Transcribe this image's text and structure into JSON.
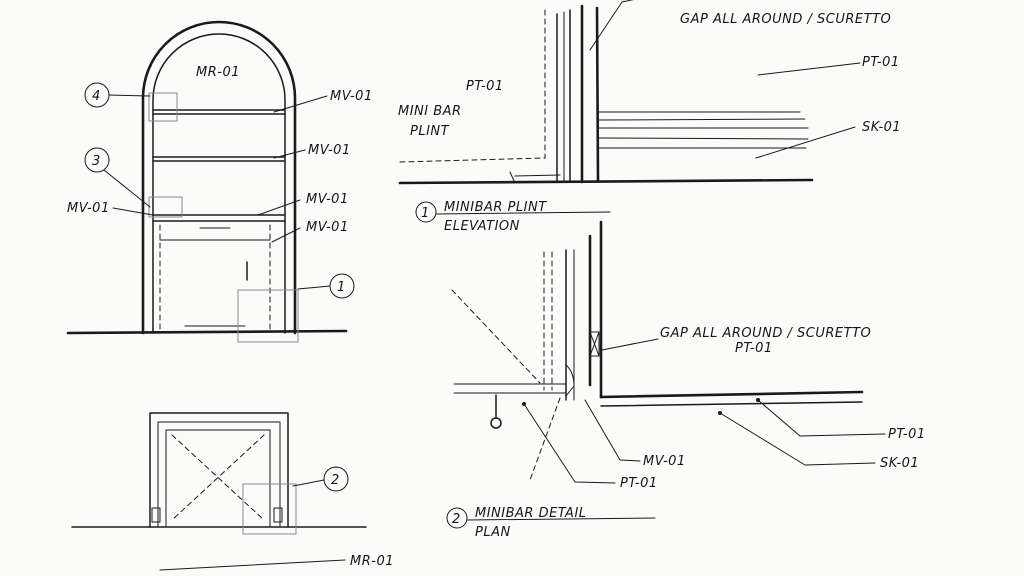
{
  "labels": {
    "gap_top": "GAP ALL AROUND / SCURETTO",
    "pt01_top_right": "PT-01",
    "pt01_mid": "PT-01",
    "minibar_plint": [
      "MINI BAR",
      "PLINT"
    ],
    "sk01_top": "SK-01",
    "mr01_arch": "MR-01",
    "mv01_1": "MV-01",
    "mv01_2": "MV-01",
    "mv01_3": "MV-01",
    "mv01_4": "MV-01",
    "mv01_left": "MV-01",
    "gap_bottom": "GAP ALL AROUND / SCURETTO",
    "pt01_gap": "PT-01",
    "pt01_right": "PT-01",
    "sk01_right": "SK-01",
    "mv01_plan": "MV-01",
    "pt01_plan": "PT-01",
    "mr01_bottom": "MR-01"
  },
  "callouts": {
    "c4": "4",
    "c3": "3",
    "c1": "1",
    "c2": "2"
  },
  "titles": {
    "elev_num": "1",
    "elev_line1": "MINIBAR PLINT",
    "elev_line2": "ELEVATION",
    "plan_num": "2",
    "plan_line1": "MINIBAR DETAIL",
    "plan_line2": "PLAN"
  }
}
